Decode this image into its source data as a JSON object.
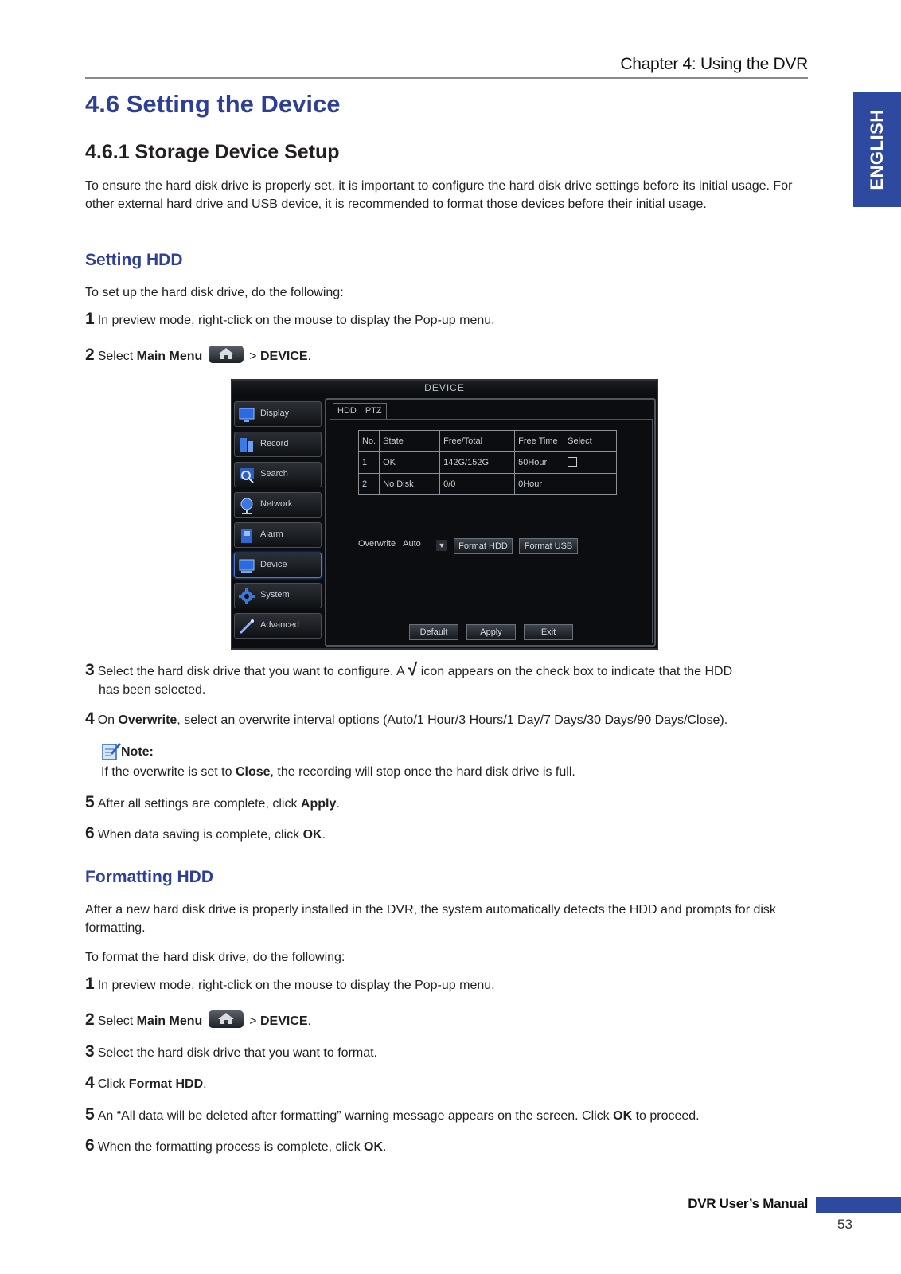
{
  "header": {
    "chapter": "Chapter 4: Using the DVR"
  },
  "side_tab": {
    "language": "ENGLISH"
  },
  "section": {
    "title": "4.6 Setting the Device",
    "subtitle": "4.6.1 Storage Device Setup",
    "intro": "To ensure the hard disk drive is properly set, it is important to configure the hard disk drive settings before its initial usage. For other external hard drive and USB device, it is recommended to format those devices before their initial usage."
  },
  "setting_hdd": {
    "title": "Setting HDD",
    "lead": "To set up the hard disk drive, do the following:",
    "step1": {
      "num": "1",
      "text": "In preview mode, right-click on the mouse to display the Pop-up menu."
    },
    "step2": {
      "num": "2",
      "pre": "Select ",
      "bold1": "Main Menu",
      "mid": " > ",
      "bold2": "DEVICE",
      "post": "."
    },
    "step3": {
      "num": "3",
      "pre": "Select the hard disk drive that you want to configure. A ",
      "mark": "√",
      "post": " icon appears on the check box to indicate that the HDD",
      "cont": "has been selected."
    },
    "step4": {
      "num": "4",
      "pre": "On ",
      "bold": "Overwrite",
      "post": ", select an overwrite interval options (Auto/1 Hour/3 Hours/1 Day/7 Days/30 Days/90 Days/Close)."
    },
    "note": {
      "title": "Note:",
      "pre": "If the overwrite is set to ",
      "bold": "Close",
      "post": ", the recording will stop once the hard disk drive is full."
    },
    "step5": {
      "num": "5",
      "pre": "After all settings are complete, click ",
      "bold": "Apply",
      "post": "."
    },
    "step6": {
      "num": "6",
      "pre": "When data saving is complete, click ",
      "bold": "OK",
      "post": "."
    }
  },
  "dvr_screen": {
    "title": "DEVICE",
    "menu": [
      "Display",
      "Record",
      "Search",
      "Network",
      "Alarm",
      "Device",
      "System",
      "Advanced"
    ],
    "active_menu": "Device",
    "tabs": [
      "HDD",
      "PTZ"
    ],
    "table": {
      "headers": [
        "No.",
        "State",
        "Free/Total",
        "Free Time",
        "Select"
      ],
      "rows": [
        [
          "1",
          "OK",
          "142G/152G",
          "50Hour",
          ""
        ],
        [
          "2",
          "No Disk",
          "0/0",
          "0Hour",
          ""
        ]
      ]
    },
    "overwrite_label": "Overwrite",
    "overwrite_value": "Auto",
    "format_hdd": "Format HDD",
    "format_usb": "Format USB",
    "buttons": {
      "default": "Default",
      "apply": "Apply",
      "exit": "Exit"
    }
  },
  "formatting_hdd": {
    "title": "Formatting HDD",
    "intro": "After a new hard disk drive is properly installed in the DVR, the system automatically detects the HDD and prompts for disk formatting.",
    "lead": "To format the hard disk drive, do the following:",
    "step1": {
      "num": "1",
      "text": "In preview mode, right-click on the mouse to display the Pop-up menu."
    },
    "step2": {
      "num": "2",
      "pre": "Select ",
      "bold1": "Main Menu",
      "mid": " > ",
      "bold2": "DEVICE",
      "post": "."
    },
    "step3": {
      "num": "3",
      "text": "Select the hard disk drive that you want to format."
    },
    "step4": {
      "num": "4",
      "pre": "Click ",
      "bold": "Format HDD",
      "post": "."
    },
    "step5": {
      "num": "5",
      "pre": "An “All data will be deleted after formatting” warning message appears on the screen. Click ",
      "bold": "OK",
      "post": " to proceed."
    },
    "step6": {
      "num": "6",
      "pre": "When the formatting process is complete, click ",
      "bold": "OK",
      "post": "."
    }
  },
  "footer": {
    "title": "DVR User’s Manual",
    "page": "53"
  },
  "colors": {
    "accent_blue": "#2e3f97",
    "tab_blue": "#2e4aa0"
  }
}
